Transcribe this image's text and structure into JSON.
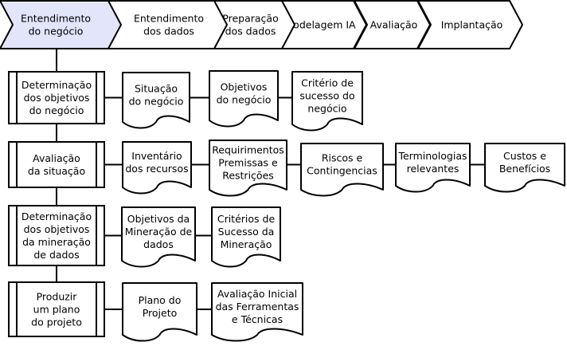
{
  "phases": [
    {
      "id": "p1",
      "lines": [
        "Entendimento",
        "do negócio"
      ],
      "active": true
    },
    {
      "id": "p2",
      "lines": [
        "Entendimento",
        "dos dados"
      ],
      "active": false
    },
    {
      "id": "p3",
      "lines": [
        "Preparação",
        "dos dados"
      ],
      "active": false
    },
    {
      "id": "p4",
      "lines": [
        "Modelagem IA"
      ],
      "active": false
    },
    {
      "id": "p5",
      "lines": [
        "Avaliação"
      ],
      "active": false
    },
    {
      "id": "p6",
      "lines": [
        "Implantação"
      ],
      "active": false
    }
  ],
  "tasks": [
    {
      "id": "t1",
      "lines": [
        "Determinação",
        "dos objetivos",
        "do negócio"
      ],
      "outputs": [
        {
          "id": "o1a",
          "lines": [
            "Situação",
            "do negócio"
          ]
        },
        {
          "id": "o1b",
          "lines": [
            "Objetivos",
            "do negócio"
          ]
        },
        {
          "id": "o1c",
          "lines": [
            "Critério de",
            "sucesso do",
            "negócio"
          ]
        }
      ]
    },
    {
      "id": "t2",
      "lines": [
        "Avaliação",
        "da situação"
      ],
      "outputs": [
        {
          "id": "o2a",
          "lines": [
            "Inventário",
            "dos recursos"
          ]
        },
        {
          "id": "o2b",
          "lines": [
            "Requirimentos",
            "Premissas e",
            "Restrições"
          ]
        },
        {
          "id": "o2c",
          "lines": [
            "Riscos e",
            "Contingencias"
          ]
        },
        {
          "id": "o2d",
          "lines": [
            "Terminologias",
            "relevantes"
          ]
        },
        {
          "id": "o2e",
          "lines": [
            "Custos e",
            "Benefícios"
          ]
        }
      ]
    },
    {
      "id": "t3",
      "lines": [
        "Determinação",
        "dos objetivos",
        "da mineração",
        "de dados"
      ],
      "outputs": [
        {
          "id": "o3a",
          "lines": [
            "Objetivos da",
            "Mineração de",
            "dados"
          ]
        },
        {
          "id": "o3b",
          "lines": [
            "Critérios de",
            "Sucesso da",
            "Mineração"
          ]
        }
      ]
    },
    {
      "id": "t4",
      "lines": [
        "Produzir",
        "um plano",
        "do projeto"
      ],
      "outputs": [
        {
          "id": "o4a",
          "lines": [
            "Plano do",
            "Projeto"
          ]
        },
        {
          "id": "o4b",
          "lines": [
            "Avaliação Inicial",
            "das Ferramentas",
            "e Técnicas"
          ]
        }
      ]
    }
  ]
}
